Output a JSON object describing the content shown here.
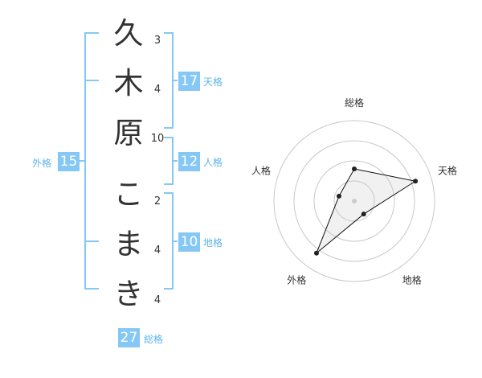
{
  "name": {
    "characters": [
      "久",
      "木",
      "原",
      "こ",
      "ま",
      "き"
    ],
    "strokes": [
      "3",
      "4",
      "10",
      "2",
      "4",
      "4"
    ]
  },
  "fortune": {
    "tenkaku": {
      "value": "17",
      "label": "天格"
    },
    "jinkaku": {
      "value": "12",
      "label": "人格"
    },
    "chikaku": {
      "value": "10",
      "label": "地格"
    },
    "gaikaku": {
      "value": "15",
      "label": "外格"
    },
    "soukaku": {
      "value": "27",
      "label": "総格"
    }
  },
  "colors": {
    "accent": "#85c8f5",
    "label": "#5fb4ec",
    "text": "#333333"
  },
  "chart_data": {
    "type": "radar",
    "axes": [
      "総格",
      "天格",
      "地格",
      "外格",
      "人格"
    ],
    "values": [
      2,
      4,
      1,
      4,
      1
    ],
    "rmax": 5,
    "rings": 4
  }
}
